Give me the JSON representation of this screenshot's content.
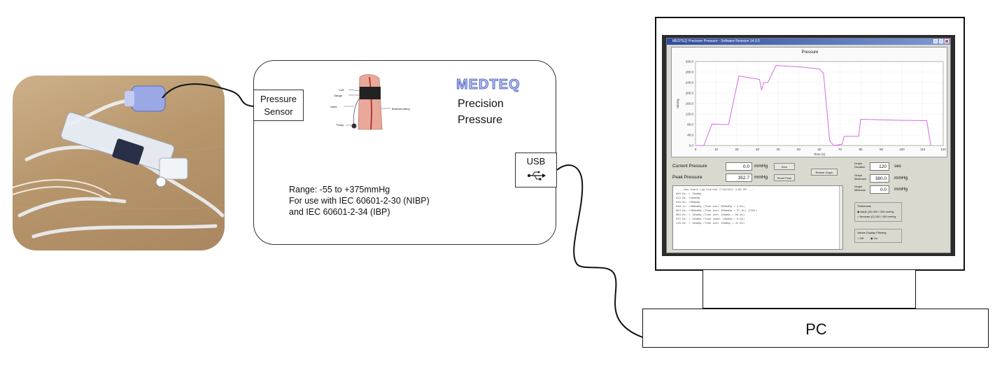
{
  "sensor": {
    "label_line1": "Pressure",
    "label_line2": "Sensor"
  },
  "illustration": {
    "cuff": "Cuff",
    "gauge": "Gauge",
    "valve": "Valve",
    "pump": "Pump",
    "artery": "Brachial artery"
  },
  "brand": {
    "name": "MEDTEQ",
    "line1": "Precision",
    "line2": "Pressure"
  },
  "usb": {
    "label": "USB",
    "icon": "usb-icon"
  },
  "specs": [
    "Range: -55 to +375mmHg",
    "For use with IEC 60601-2-30 (NIBP)",
    "and IEC 60601-2-34 (IBP)"
  ],
  "app": {
    "window_title": "MEDTEQ Precision Pressure - Software Revision 14.0.0",
    "plot_title": "Pressure",
    "x_label": "Time (s)",
    "y_label": "mmHg",
    "current_pressure_label": "Current Pressure",
    "current_pressure_value": "0.0",
    "peak_pressure_label": "Peak Pressure",
    "peak_pressure_value": "352.7",
    "unit": "mmHg",
    "zero_button": "Zero",
    "reset_peak_button": "Reset Peak",
    "restart_graph_button": "Restart Graph",
    "graph_duration_label": "Graph Duration",
    "graph_duration_value": "120",
    "graph_duration_unit": "sec",
    "graph_maximum_label": "Graph Maximum",
    "graph_maximum_value": "380.0",
    "graph_minimum_label": "Graph Minimum",
    "graph_minimum_value": "0.0",
    "thresholds_label": "Thresholds",
    "threshold_adult": "Adult (10) 300 / 200 mmHg",
    "threshold_neonate": "Neonate (2) 150 / 100 mmHg",
    "filtering_label": "Values Display Filtering",
    "filter_opt1": "Off",
    "filter_opt2": "On",
    "log": [
      "---- New Event Log Started 7/26/2011 4:08 PM ----",
      "009.0s: > 15mmHg",
      "015.0s: >50mmHg",
      "035.0s: >50mmHg",
      "040.1s: >300mmHg (Time over 300mmHg = 3.0s)",
      "063.6s: >300mmHg (Time over 300mmHg = 27.5s) (FAIL)",
      "065.0s: < 15mmHg (Time over 15mmHg = 58.0s)",
      "072.0s: < 15mmHg (Time under 15mmHg = 6.0s)",
      "116.0s: < 15mmHg (Time over 15mmHg = 41.0s)"
    ]
  },
  "pc": {
    "label": "PC"
  },
  "chart_data": {
    "type": "line",
    "title": "Pressure",
    "xlabel": "Time (s)",
    "ylabel": "mmHg",
    "xlim": [
      0,
      120
    ],
    "ylim": [
      0,
      320
    ],
    "x_ticks": [
      "0",
      "10",
      "20",
      "30",
      "40",
      "50",
      "60",
      "70",
      "80",
      "90",
      "100",
      "110",
      "120"
    ],
    "y_ticks": [
      "0.0",
      "40.0",
      "80.0",
      "120.0",
      "160.0",
      "200.0",
      "240.0",
      "280.0",
      "320.0"
    ],
    "series": [
      {
        "color": "#d46be0",
        "x": [
          0,
          4,
          8,
          14,
          16,
          21,
          31,
          32,
          33,
          35,
          39,
          50,
          60,
          62,
          65,
          67,
          71,
          72,
          73,
          77,
          79,
          80,
          90,
          100,
          110,
          112,
          114
        ],
        "y": [
          0,
          0,
          82,
          80,
          80,
          265,
          252,
          212,
          240,
          240,
          305,
          300,
          292,
          275,
          18,
          0,
          5,
          34,
          35,
          35,
          35,
          100,
          98,
          96,
          95,
          95,
          0
        ]
      }
    ]
  }
}
